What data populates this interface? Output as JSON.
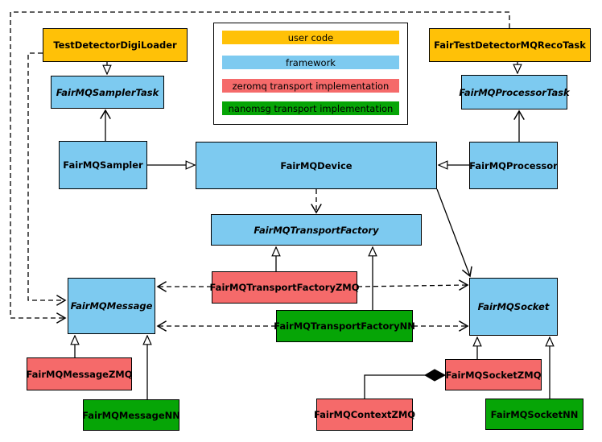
{
  "colors": {
    "user_code": "#FFC107",
    "framework": "#7DCAF0",
    "zeromq": "#F56A6A",
    "nanomsg": "#06A506",
    "border": "#000000",
    "canvas": "#FFFFFF"
  },
  "legend": {
    "items": [
      {
        "label": "user code",
        "color_role": "user_code"
      },
      {
        "label": "framework",
        "color_role": "framework"
      },
      {
        "label": "zeromq transport implementation",
        "color_role": "zeromq"
      },
      {
        "label": "nanomsg transport implementation",
        "color_role": "nanomsg"
      }
    ]
  },
  "nodes": [
    {
      "id": "test-detector-digi-loader",
      "label": "TestDetectorDigiLoader",
      "layer": "user_code",
      "abstract": false
    },
    {
      "id": "fair-test-detector-mq-reco-task",
      "label": "FairTestDetectorMQRecoTask",
      "layer": "user_code",
      "abstract": false
    },
    {
      "id": "fairmq-sampler-task",
      "label": "FairMQSamplerTask",
      "layer": "framework",
      "abstract": true
    },
    {
      "id": "fairmq-processor-task",
      "label": "FairMQProcessorTask",
      "layer": "framework",
      "abstract": true
    },
    {
      "id": "fairmq-sampler",
      "label": "FairMQSampler",
      "layer": "framework",
      "abstract": false
    },
    {
      "id": "fairmq-device",
      "label": "FairMQDevice",
      "layer": "framework",
      "abstract": false
    },
    {
      "id": "fairmq-processor",
      "label": "FairMQProcessor",
      "layer": "framework",
      "abstract": false
    },
    {
      "id": "fairmq-transport-factory",
      "label": "FairMQTransportFactory",
      "layer": "framework",
      "abstract": true
    },
    {
      "id": "fairmq-transport-factory-zmq",
      "label": "FairMQTransportFactoryZMQ",
      "layer": "zeromq",
      "abstract": false
    },
    {
      "id": "fairmq-transport-factory-nn",
      "label": "FairMQTransportFactoryNN",
      "layer": "nanomsg",
      "abstract": false
    },
    {
      "id": "fairmq-message",
      "label": "FairMQMessage",
      "layer": "framework",
      "abstract": true
    },
    {
      "id": "fairmq-socket",
      "label": "FairMQSocket",
      "layer": "framework",
      "abstract": true
    },
    {
      "id": "fairmq-message-zmq",
      "label": "FairMQMessageZMQ",
      "layer": "zeromq",
      "abstract": false
    },
    {
      "id": "fairmq-message-nn",
      "label": "FairMQMessageNN",
      "layer": "nanomsg",
      "abstract": false
    },
    {
      "id": "fairmq-context-zmq",
      "label": "FairMQContextZMQ",
      "layer": "zeromq",
      "abstract": false
    },
    {
      "id": "fairmq-socket-zmq",
      "label": "FairMQSocketZMQ",
      "layer": "zeromq",
      "abstract": false
    },
    {
      "id": "fairmq-socket-nn",
      "label": "FairMQSocketNN",
      "layer": "nanomsg",
      "abstract": false
    }
  ],
  "relationships": [
    {
      "from": "TestDetectorDigiLoader",
      "to": "FairMQSamplerTask",
      "type": "inheritance",
      "style": "solid-hollow-triangle"
    },
    {
      "from": "FairTestDetectorMQRecoTask",
      "to": "FairMQProcessorTask",
      "type": "inheritance",
      "style": "solid-hollow-triangle"
    },
    {
      "from": "FairMQSampler",
      "to": "FairMQDevice",
      "type": "inheritance",
      "style": "solid-hollow-triangle"
    },
    {
      "from": "FairMQProcessor",
      "to": "FairMQDevice",
      "type": "inheritance",
      "style": "solid-hollow-triangle"
    },
    {
      "from": "FairMQTransportFactoryZMQ",
      "to": "FairMQTransportFactory",
      "type": "inheritance",
      "style": "solid-hollow-triangle"
    },
    {
      "from": "FairMQTransportFactoryNN",
      "to": "FairMQTransportFactory",
      "type": "inheritance",
      "style": "solid-hollow-triangle"
    },
    {
      "from": "FairMQMessageZMQ",
      "to": "FairMQMessage",
      "type": "inheritance",
      "style": "solid-hollow-triangle"
    },
    {
      "from": "FairMQMessageNN",
      "to": "FairMQMessage",
      "type": "inheritance",
      "style": "solid-hollow-triangle"
    },
    {
      "from": "FairMQSocketZMQ",
      "to": "FairMQSocket",
      "type": "inheritance",
      "style": "solid-hollow-triangle"
    },
    {
      "from": "FairMQSocketNN",
      "to": "FairMQSocket",
      "type": "inheritance",
      "style": "solid-hollow-triangle"
    },
    {
      "from": "FairMQSampler",
      "to": "FairMQSamplerTask",
      "type": "association",
      "style": "solid-open-arrow"
    },
    {
      "from": "FairMQProcessor",
      "to": "FairMQProcessorTask",
      "type": "association",
      "style": "solid-open-arrow"
    },
    {
      "from": "FairMQDevice",
      "to": "FairMQSocket",
      "type": "association",
      "style": "solid-open-arrow"
    },
    {
      "from": "FairMQDevice",
      "to": "FairMQTransportFactory",
      "type": "dependency",
      "style": "dashed-open-arrow"
    },
    {
      "from": "FairMQTransportFactoryZMQ",
      "to": "FairMQMessage",
      "type": "dependency",
      "style": "dashed-open-arrow"
    },
    {
      "from": "FairMQTransportFactoryZMQ",
      "to": "FairMQSocket",
      "type": "dependency",
      "style": "dashed-open-arrow"
    },
    {
      "from": "FairMQTransportFactoryNN",
      "to": "FairMQMessage",
      "type": "dependency",
      "style": "dashed-open-arrow"
    },
    {
      "from": "FairMQTransportFactoryNN",
      "to": "FairMQSocket",
      "type": "dependency",
      "style": "dashed-open-arrow"
    },
    {
      "from": "TestDetectorDigiLoader",
      "to": "FairMQMessage",
      "type": "dependency",
      "style": "dashed-open-arrow"
    },
    {
      "from": "FairTestDetectorMQRecoTask",
      "to": "FairMQMessage",
      "type": "dependency",
      "style": "dashed-open-arrow"
    },
    {
      "from": "FairMQSocketZMQ",
      "to": "FairMQContextZMQ",
      "type": "composition",
      "style": "solid-filled-diamond"
    }
  ]
}
